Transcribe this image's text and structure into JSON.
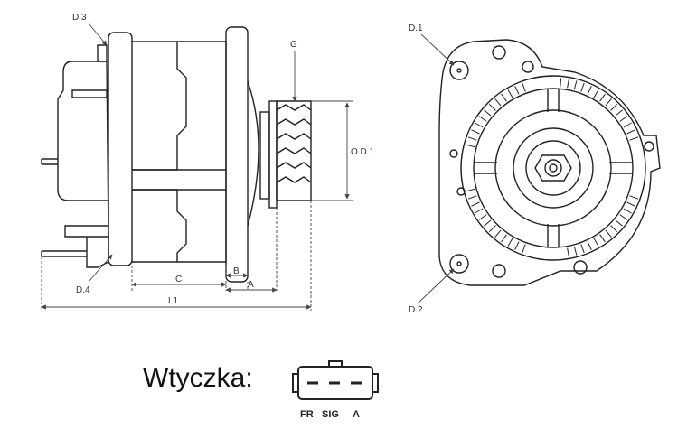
{
  "side_view": {
    "labels": {
      "d3": "D.3",
      "d4": "D.4",
      "g": "G",
      "od1": "O.D.1",
      "b": "B",
      "a": "A",
      "c": "C",
      "l1": "L1"
    }
  },
  "front_view": {
    "labels": {
      "d1": "D.1",
      "d2": "D.2"
    }
  },
  "connector": {
    "caption": "Wtyczka:",
    "pins": [
      "FR",
      "SIG",
      "A"
    ]
  },
  "colors": {
    "line": "#222222",
    "dim_line": "#444444",
    "background": "#ffffff"
  }
}
